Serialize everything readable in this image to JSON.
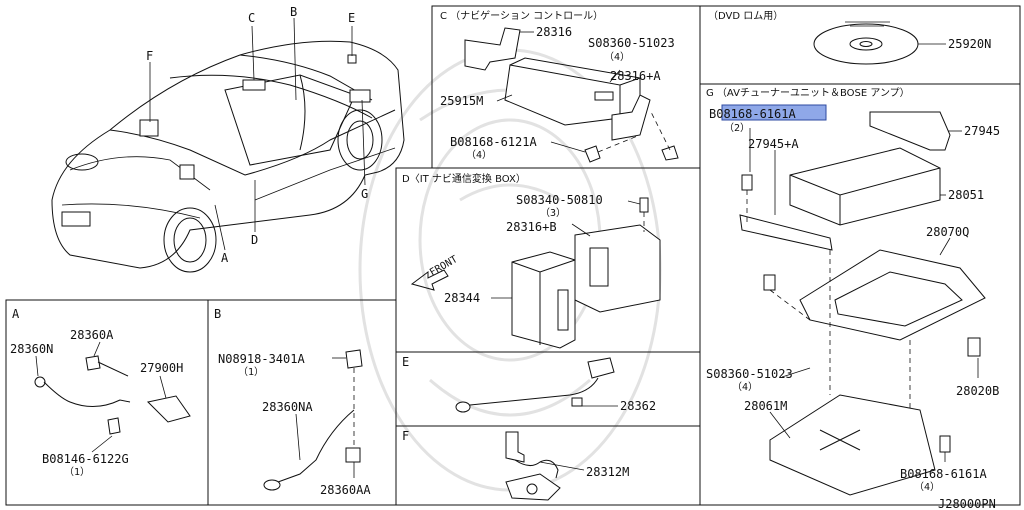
{
  "sections": {
    "C": {
      "title": "C （ナビゲーション コントロール）"
    },
    "DVD": {
      "title": "（DVD ロム用）"
    },
    "G": {
      "title": "G （AVチューナーユニット＆BOSE アンプ）"
    },
    "D": {
      "title": "D〈IT ナビ通信変換 BOX）"
    },
    "A": {
      "title": "A"
    },
    "B": {
      "title": "B"
    },
    "E": {
      "title": "E"
    },
    "F": {
      "title": "F"
    }
  },
  "car_callouts": [
    "C",
    "B",
    "E",
    "F",
    "G",
    "A",
    "D"
  ],
  "parts": {
    "p28316": "28316",
    "p08360_51023_c": "S08360-51023",
    "qty_c1": "（4）",
    "p28316a": "28316+A",
    "p25915M": "25915M",
    "p08168_6121A": "B08168-6121A",
    "qty_c2": "（4）",
    "p25920N": "25920N",
    "p08168_6161A_top": "B08168-6161A",
    "qty_g1": "（2）",
    "p27945": "27945",
    "p27945a": "27945+A",
    "p28051": "28051",
    "p28070Q": "28070Q",
    "p08360_51023_g": "S08360-51023",
    "qty_g2": "（4）",
    "p28020B": "28020B",
    "p28061M": "28061M",
    "p08168_6161A_bot": "B08168-6161A",
    "qty_g3": "（4）",
    "p08340_50810": "S08340-50810",
    "qty_d1": "（3）",
    "p28316b": "28316+B",
    "front": "FRONT",
    "p28344": "28344",
    "p28362": "28362",
    "p28312M": "28312M",
    "p28360A": "28360A",
    "p28360N": "28360N",
    "p27900H": "27900H",
    "p08146_6122G": "B08146-6122G",
    "qty_a1": "（1）",
    "p08918_3401A": "N08918-3401A",
    "qty_b1": "（1）",
    "p28360NA": "28360NA",
    "p28360AA": "28360AA"
  },
  "diagram_code": "J28000PN",
  "highlight_color": "#8fa8e8"
}
